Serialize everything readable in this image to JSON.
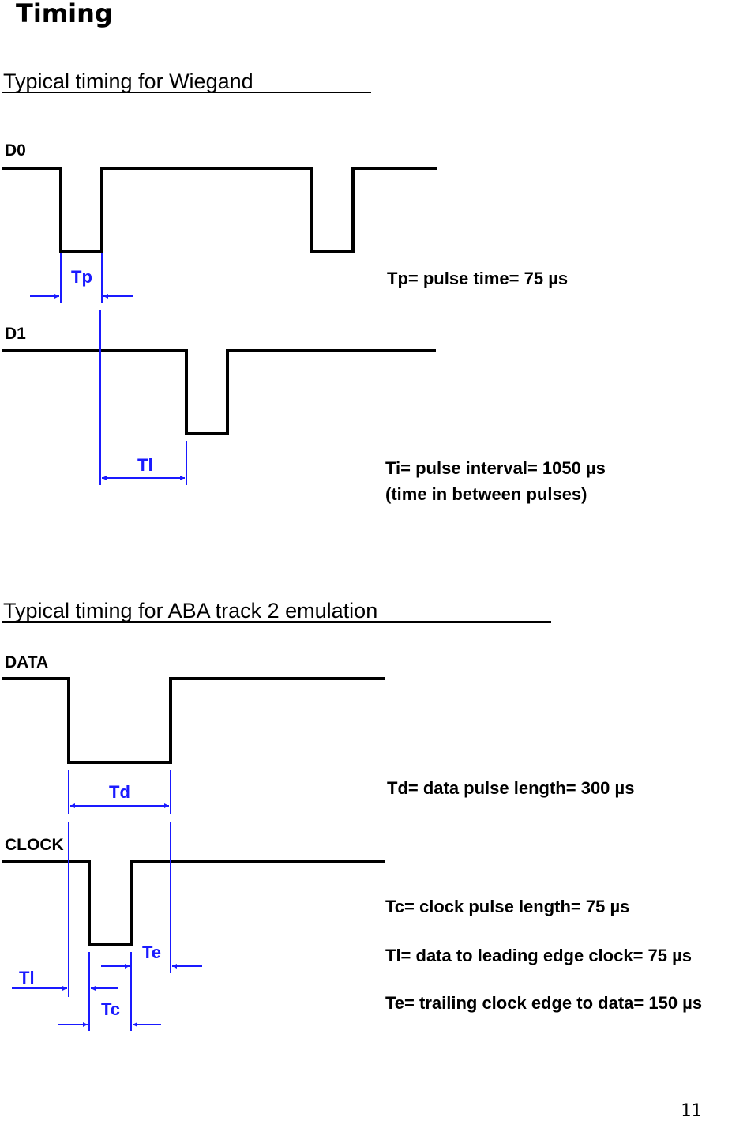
{
  "page": {
    "heading": "Timing",
    "page_number": "11"
  },
  "colors": {
    "dimension": "#1a1aff",
    "waveform": "#000000"
  },
  "wiegand": {
    "title": "Typical timing for Wiegand",
    "signals": {
      "d0": "D0",
      "d1": "D1"
    },
    "labels": {
      "tp": "Tp",
      "ti": "Tl"
    },
    "notes": {
      "tp": "Tp= pulse time= 75 µs",
      "ti_line1": "Ti= pulse interval= 1050 µs",
      "ti_line2": "(time in between pulses)"
    }
  },
  "aba": {
    "title": "Typical timing for ABA track 2 emulation",
    "signals": {
      "data": "DATA",
      "clock": "CLOCK"
    },
    "labels": {
      "td": "Td",
      "ti": "Tl",
      "tc": "Tc",
      "te": "Te"
    },
    "notes": {
      "td": "Td= data pulse length= 300 µs",
      "tc": "Tc= clock pulse length= 75 µs",
      "ti": "Tl= data to leading edge clock= 75 µs",
      "te": "Te= trailing clock edge to data= 150 µs"
    }
  }
}
